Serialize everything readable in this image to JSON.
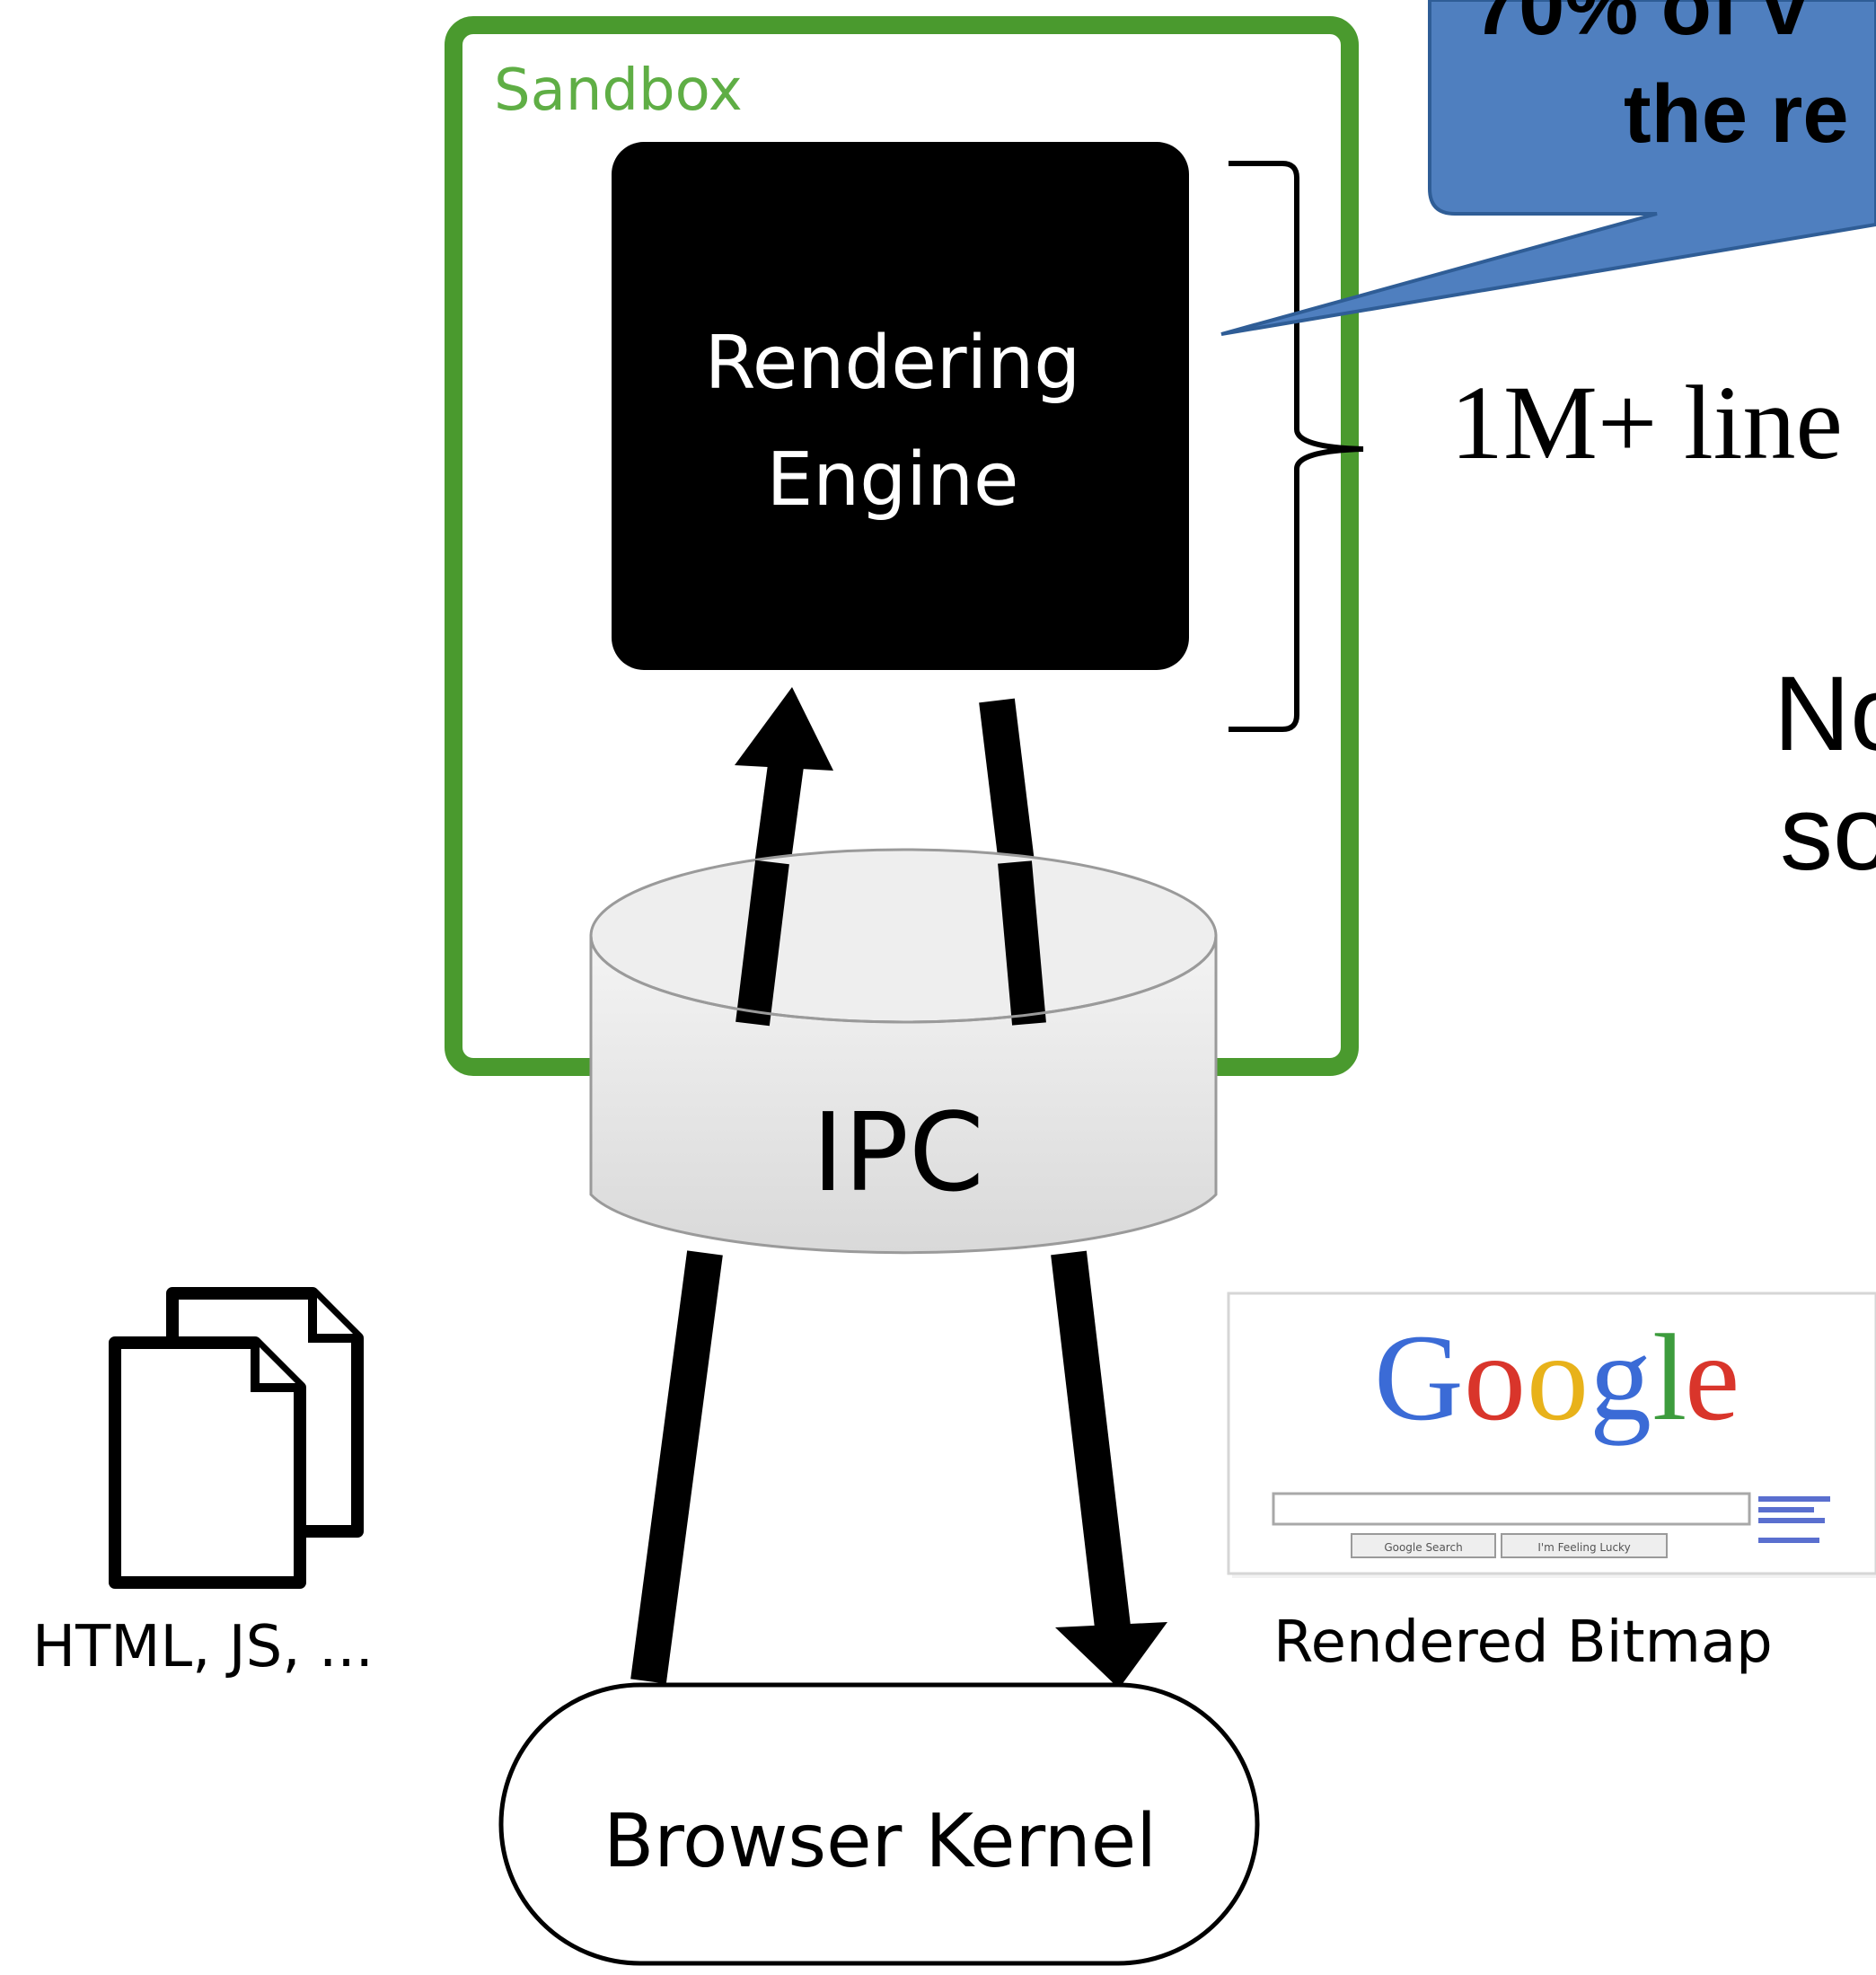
{
  "sandbox": {
    "label": "Sandbox"
  },
  "rendering_engine": {
    "line1": "Rendering",
    "line2": "Engine"
  },
  "ipc": {
    "label": "IPC"
  },
  "browser_kernel": {
    "label": "Browser Kernel"
  },
  "input_files": {
    "label": "HTML, JS, ..."
  },
  "bitmap": {
    "caption": "Rendered Bitmap",
    "google_logo_letters": [
      "G",
      "o",
      "o",
      "g",
      "l",
      "e"
    ],
    "google_button_1": "Google Search",
    "google_button_2": "I'm Feeling Lucky"
  },
  "callout": {
    "line1": "70% of v",
    "line2": "the re"
  },
  "code_size": {
    "text": "1M+ line"
  },
  "note": {
    "line1": "No",
    "line2": "so"
  },
  "colors": {
    "sandbox_green": "#4a9a2e",
    "engine_black": "#000000",
    "callout_blue": "#4f7fbf",
    "google_blue": "#3b6bd6",
    "google_red": "#d9352b",
    "google_yellow": "#e8b21a",
    "google_green": "#3d9c3d"
  }
}
